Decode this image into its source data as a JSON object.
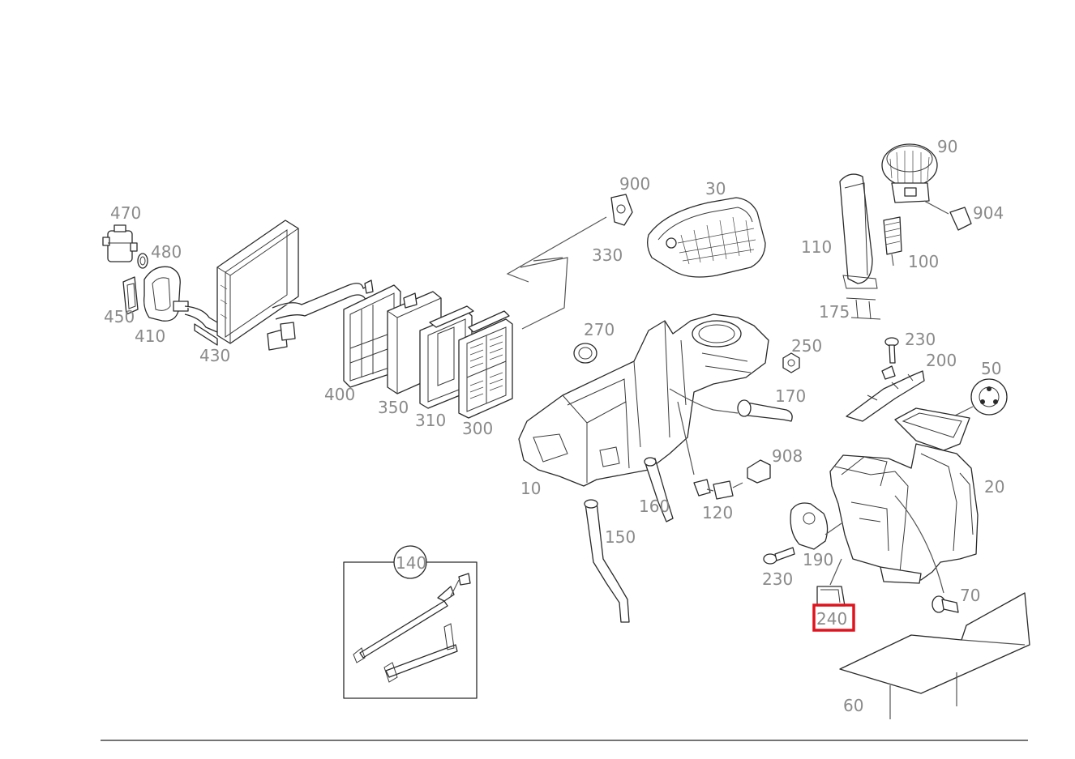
{
  "labels": {
    "p10": "10",
    "p20": "20",
    "p30": "30",
    "p50": "50",
    "p60": "60",
    "p70": "70",
    "p90": "90",
    "p100": "100",
    "p110": "110",
    "p120": "120",
    "p140": "140",
    "p150": "150",
    "p160": "160",
    "p170": "170",
    "p175": "175",
    "p190": "190",
    "p200": "200",
    "p230a": "230",
    "p230b": "230",
    "p240": "240",
    "p250": "250",
    "p270": "270",
    "p300": "300",
    "p310": "310",
    "p330": "330",
    "p350": "350",
    "p400": "400",
    "p410": "410",
    "p430": "430",
    "p450": "450",
    "p470": "470",
    "p480": "480",
    "p900": "900",
    "p904": "904",
    "p908": "908"
  },
  "highlight": {
    "part": "240",
    "color": "#e0141e"
  },
  "colors": {
    "line": "#2a2a2a",
    "label": "#8a8a8a"
  }
}
